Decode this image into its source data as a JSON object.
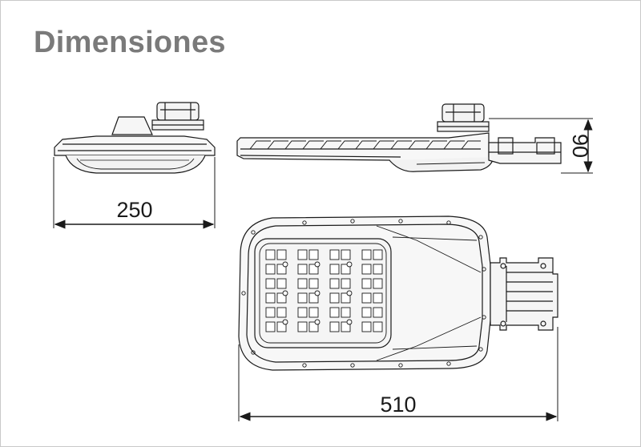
{
  "title": "Dimensiones",
  "dimensions": {
    "width": "250",
    "height": "90",
    "length": "510"
  },
  "views": [
    "front-view",
    "side-view",
    "top-view"
  ]
}
